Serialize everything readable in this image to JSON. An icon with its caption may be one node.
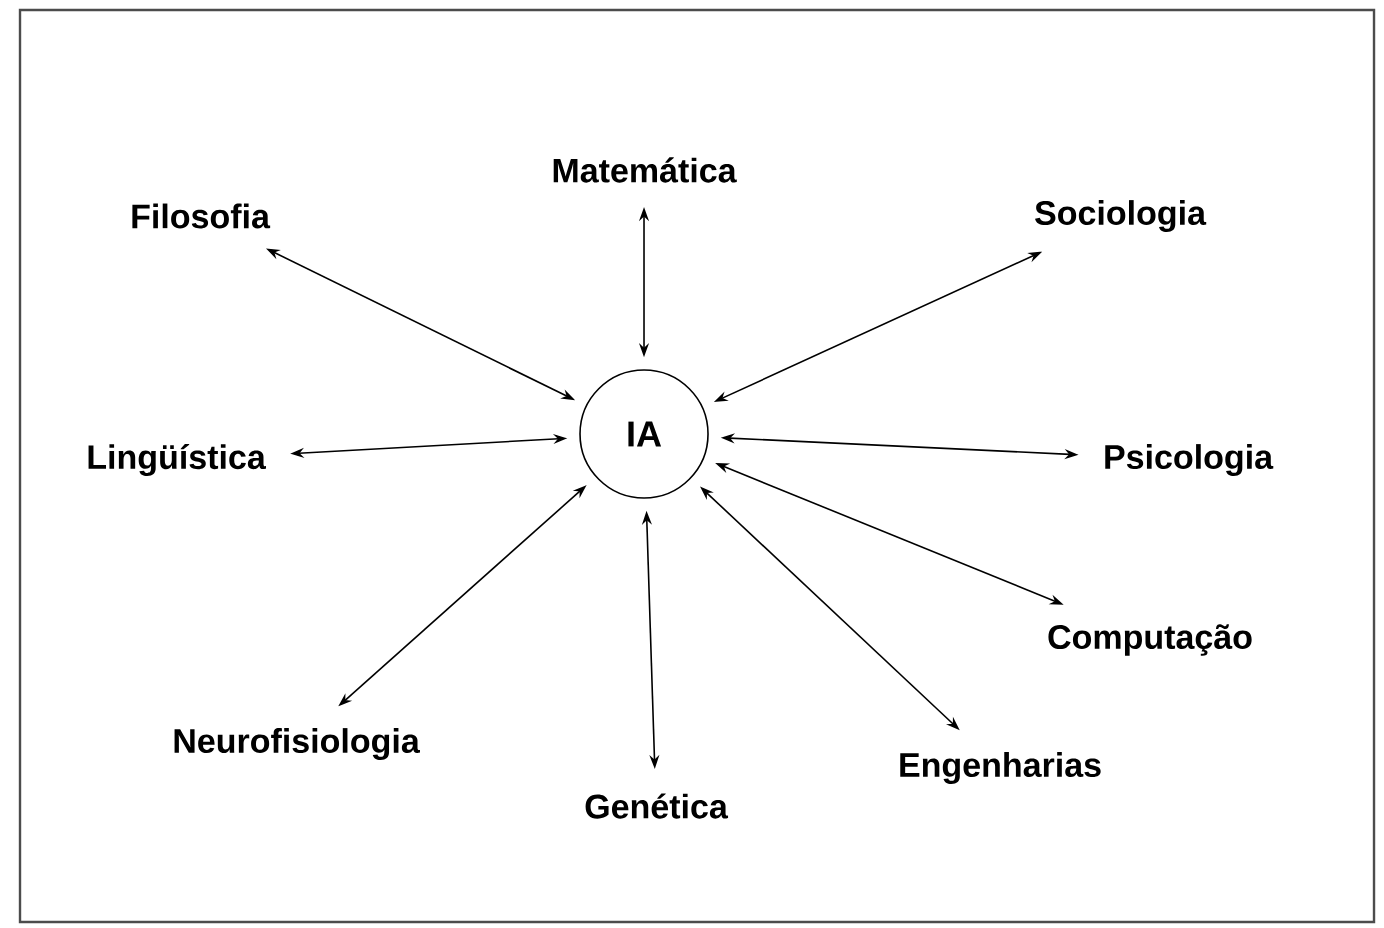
{
  "diagram": {
    "nodes": [
      {
        "text": [
          "Matemática"
        ]
      },
      {
        "text": [
          "Filosofia"
        ]
      },
      {
        "text": [
          "Sociologia"
        ]
      },
      {
        "text": [
          "Lingüística"
        ]
      },
      {
        "text": [
          "IA"
        ]
      },
      {
        "text": [
          "Psicologia"
        ]
      },
      {
        "text": [
          "Computação"
        ]
      },
      {
        "text": [
          "Neurofisiologia"
        ]
      },
      {
        "text": [
          "Engenharias"
        ]
      },
      {
        "text": [
          "Genética"
        ]
      }
    ],
    "edges": [
      {
        "from": 0,
        "to": 4,
        "arrow": "both"
      },
      {
        "from": 1,
        "to": 4,
        "arrow": "both"
      },
      {
        "from": 2,
        "to": 4,
        "arrow": "both"
      },
      {
        "from": 3,
        "to": 4,
        "arrow": "both"
      },
      {
        "from": 5,
        "to": 4,
        "arrow": "both"
      },
      {
        "from": 6,
        "to": 4,
        "arrow": "both"
      },
      {
        "from": 7,
        "to": 4,
        "arrow": "both"
      },
      {
        "from": 8,
        "to": 4,
        "arrow": "both"
      },
      {
        "from": 9,
        "to": 4,
        "arrow": "both"
      }
    ]
  }
}
